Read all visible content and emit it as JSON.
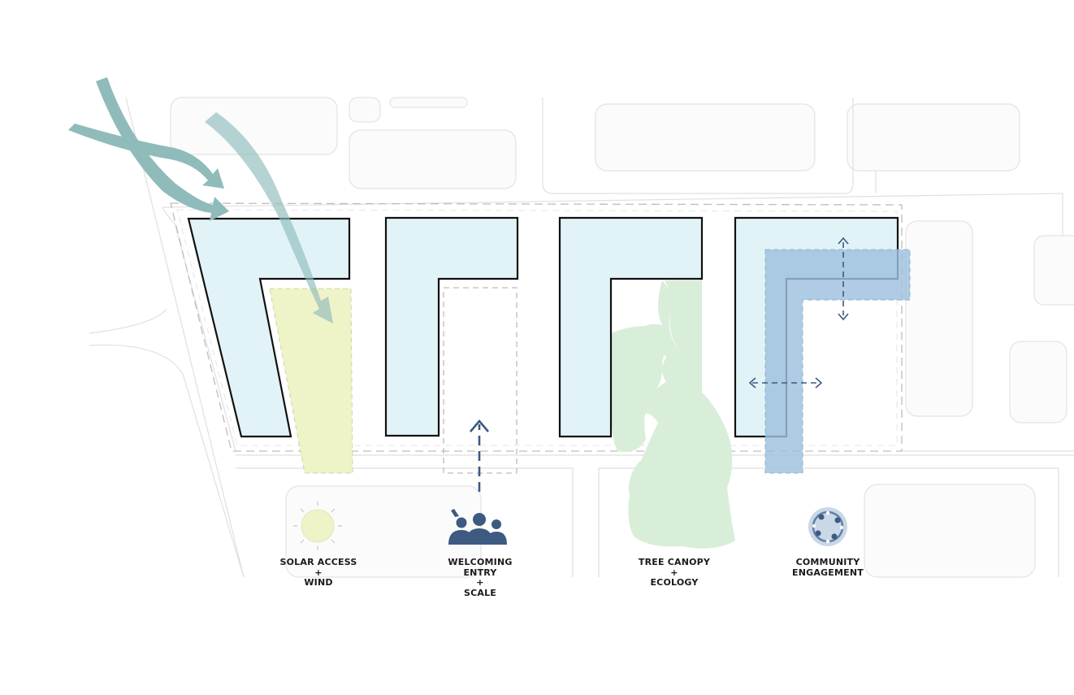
{
  "strategies": [
    {
      "id": "solar",
      "lines": [
        "SOLAR ACCESS",
        "+",
        "WIND"
      ],
      "icon": "sun-icon"
    },
    {
      "id": "welcoming",
      "lines": [
        "WELCOMING",
        "ENTRY",
        "+",
        "SCALE"
      ],
      "icon": "people-group-icon"
    },
    {
      "id": "tree",
      "lines": [
        "TREE CANOPY",
        "+",
        "ECOLOGY"
      ],
      "icon": null
    },
    {
      "id": "community",
      "lines": [
        "COMMUNITY",
        "ENGAGEMENT"
      ],
      "icon": "community-circle-icon"
    }
  ],
  "colors": {
    "building_fill": "#e2f3f8",
    "building_stroke": "#111111",
    "solar_zone": "#eef3c8",
    "canopy": "#d6ecd6",
    "community_band": "#9dc1de",
    "wind_arrow": "#8fbcbb",
    "dash_arrow": "#3d5a80",
    "context_line": "#e2e2e2"
  }
}
